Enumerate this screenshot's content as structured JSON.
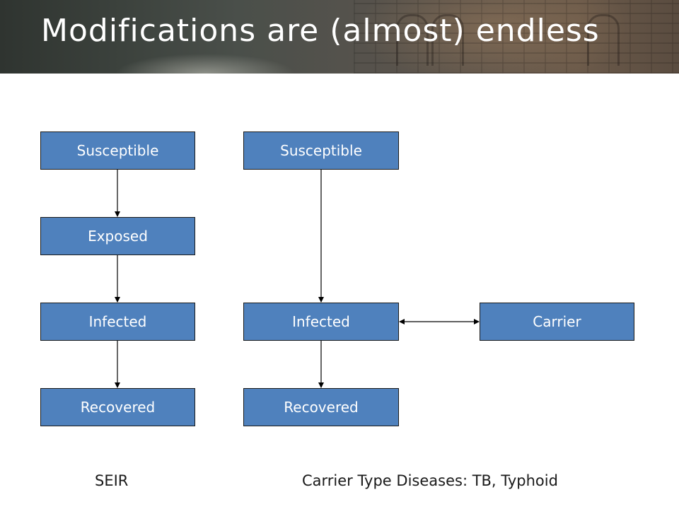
{
  "slide": {
    "title": "Modifications are (almost) endless"
  },
  "seir": {
    "nodes": [
      "Susceptible",
      "Exposed",
      "Infected",
      "Recovered"
    ],
    "caption": "SEIR"
  },
  "carrier": {
    "nodes": [
      "Susceptible",
      "Infected",
      "Recovered",
      "Carrier"
    ],
    "caption": "Carrier Type Diseases: TB, Typhoid"
  },
  "colors": {
    "node_fill": "#4f81bd",
    "node_text": "#ffffff",
    "arrow": "#000000"
  }
}
